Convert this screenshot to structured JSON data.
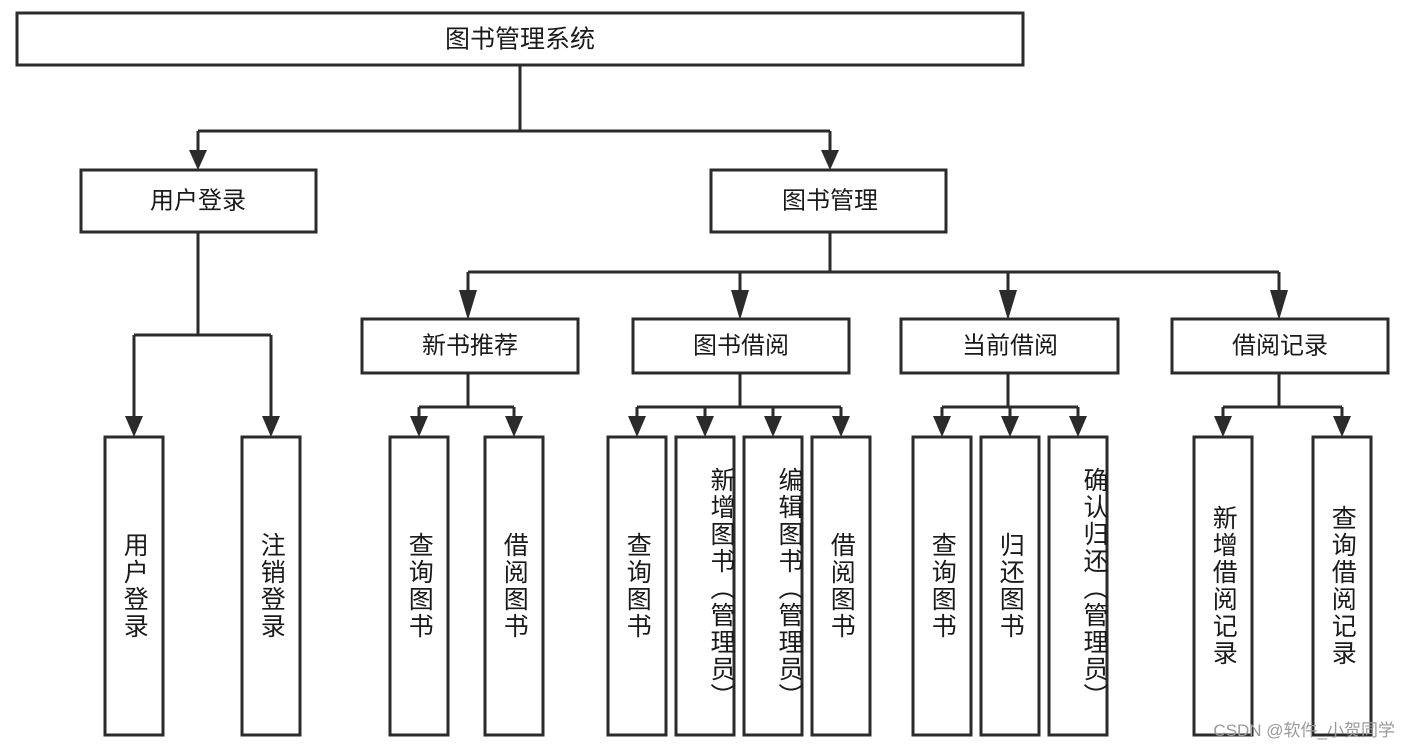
{
  "diagram": {
    "type": "tree",
    "orientation": "top-down",
    "root": {
      "label": "图书管理系统"
    },
    "level2": [
      {
        "id": "user-login",
        "label": "用户登录"
      },
      {
        "id": "book-manage",
        "label": "图书管理"
      }
    ],
    "level3": [
      {
        "id": "new-book-recommend",
        "label": "新书推荐",
        "parent": "book-manage"
      },
      {
        "id": "book-borrow",
        "label": "图书借阅",
        "parent": "book-manage"
      },
      {
        "id": "current-borrow",
        "label": "当前借阅",
        "parent": "book-manage"
      },
      {
        "id": "borrow-record",
        "label": "借阅记录",
        "parent": "book-manage"
      }
    ],
    "leaves": [
      {
        "id": "leaf-user-login",
        "label": "用户登录",
        "parent": "user-login"
      },
      {
        "id": "leaf-logout-login",
        "label": "注销登录",
        "parent": "user-login"
      },
      {
        "id": "leaf-query-book-1",
        "label": "查询图书",
        "parent": "new-book-recommend"
      },
      {
        "id": "leaf-borrow-book-1",
        "label": "借阅图书",
        "parent": "new-book-recommend"
      },
      {
        "id": "leaf-query-book-2",
        "label": "查询图书",
        "parent": "book-borrow"
      },
      {
        "id": "leaf-add-book",
        "label": "新增图书（管理员）",
        "parent": "book-borrow"
      },
      {
        "id": "leaf-edit-book",
        "label": "编辑图书（管理员）",
        "parent": "book-borrow"
      },
      {
        "id": "leaf-borrow-book-2",
        "label": "借阅图书",
        "parent": "book-borrow"
      },
      {
        "id": "leaf-query-book-3",
        "label": "查询图书",
        "parent": "current-borrow"
      },
      {
        "id": "leaf-return-book",
        "label": "归还图书",
        "parent": "current-borrow"
      },
      {
        "id": "leaf-confirm-return",
        "label": "确认归还（管理员）",
        "parent": "current-borrow"
      },
      {
        "id": "leaf-add-record",
        "label": "新增借阅记录",
        "parent": "borrow-record"
      },
      {
        "id": "leaf-query-record",
        "label": "查询借阅记录",
        "parent": "borrow-record"
      }
    ]
  },
  "watermark": {
    "text": "CSDN @软件_小贺同学"
  },
  "colors": {
    "stroke": "#2b2b2b",
    "fill": "#ffffff",
    "text": "#1a1a1a",
    "watermark": "#9a9a9a"
  }
}
